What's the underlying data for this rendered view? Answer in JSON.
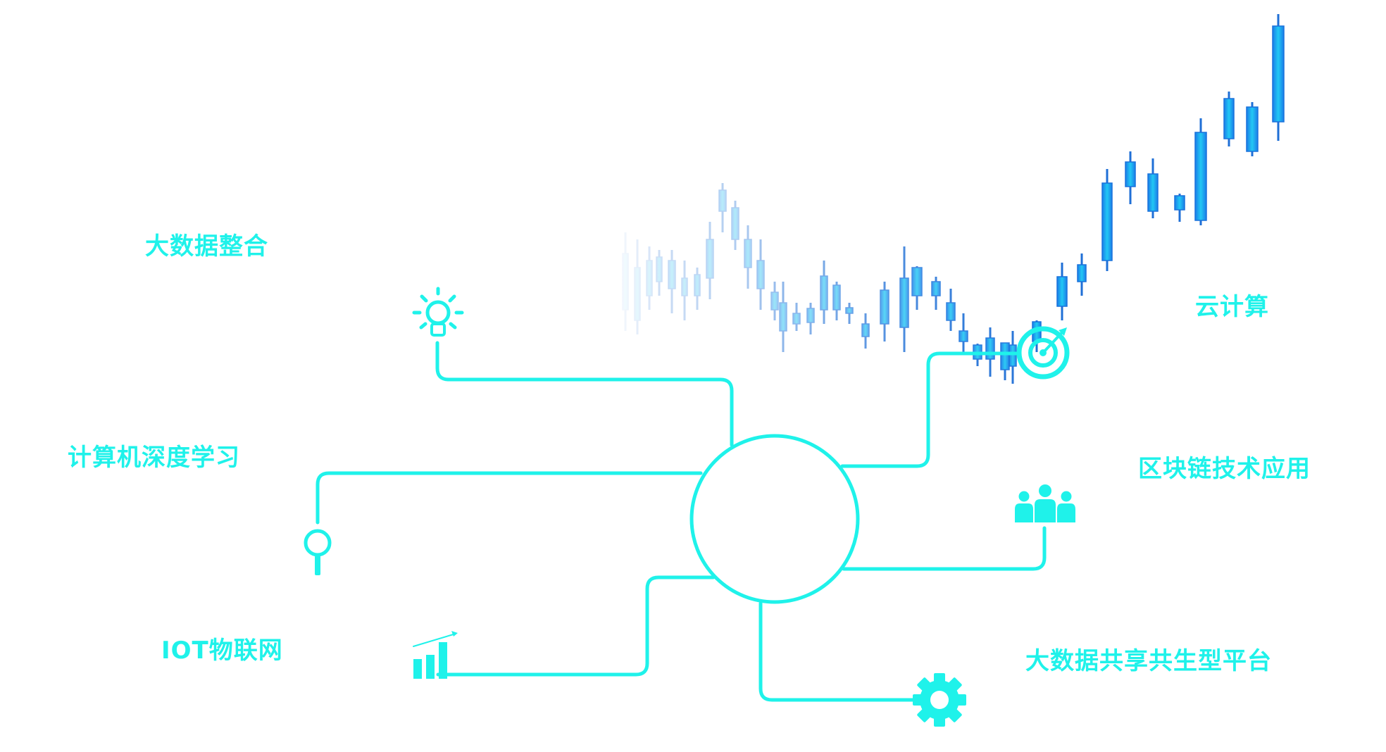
{
  "colors": {
    "accent": "#1ff2ea",
    "candle": "#1ea0f0",
    "background": "#ffffff"
  },
  "labels": {
    "big_data_integration": "大数据整合",
    "deep_learning": "计算机深度学习",
    "iot": "IOT物联网",
    "cloud_computing": "云计算",
    "blockchain": "区块链技术应用",
    "shared_platform": "大数据共享共生型平台"
  },
  "icons": {
    "big_data_integration": "lightbulb-icon",
    "deep_learning": "magnifier-icon",
    "iot": "bar-chart-icon",
    "cloud_computing": "target-icon",
    "blockchain": "users-icon",
    "shared_platform": "gear-icon"
  }
}
